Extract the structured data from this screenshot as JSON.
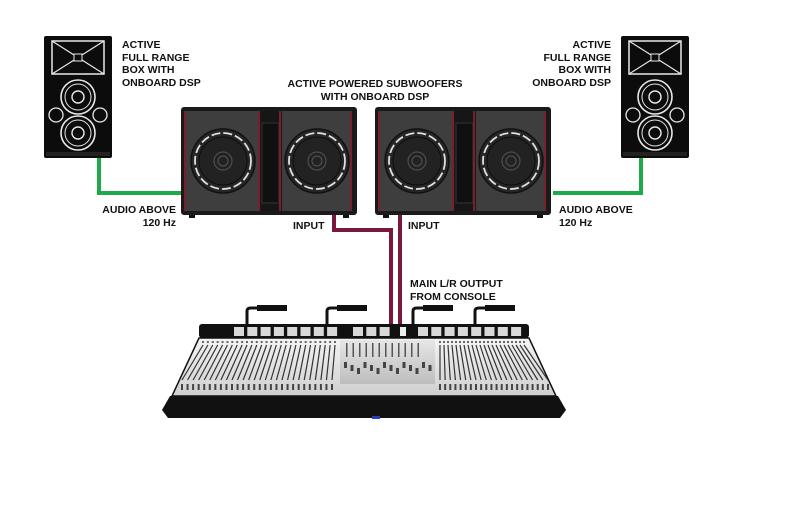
{
  "diagram": {
    "title": "Active subwoofer system signal flow",
    "colors": {
      "high_pass_cable": "#1faa4a",
      "main_output_cable": "#7a1740",
      "speaker_body": "#0c0c0c",
      "sub_body": "#2a2a2a",
      "sub_panel": "#3e3e3e",
      "sub_accent": "#7a1f2c"
    },
    "labels": {
      "left_full_range": "ACTIVE\nFULL RANGE\nBOX WITH\nONBOARD DSP",
      "right_full_range": "ACTIVE\nFULL RANGE\nBOX WITH\nONBOARD DSP",
      "subwoofers": "ACTIVE POWERED SUBWOOFERS\nWITH ONBOARD DSP",
      "left_audio_above": "AUDIO ABOVE\n120 Hz",
      "right_audio_above": "AUDIO ABOVE\n120 Hz",
      "left_sub_input": "INPUT",
      "right_sub_input": "INPUT",
      "console_output": "MAIN L/R OUTPUT\nFROM CONSOLE"
    },
    "nodes": [
      {
        "id": "left-full-range-speaker",
        "type": "full-range-speaker"
      },
      {
        "id": "right-full-range-speaker",
        "type": "full-range-speaker"
      },
      {
        "id": "left-subwoofer",
        "type": "dual-subwoofer"
      },
      {
        "id": "right-subwoofer",
        "type": "dual-subwoofer"
      },
      {
        "id": "mixing-console",
        "type": "mixing-console"
      }
    ],
    "connections": [
      {
        "from": "left-subwoofer",
        "to": "left-full-range-speaker",
        "signal": "AUDIO ABOVE 120 Hz"
      },
      {
        "from": "right-subwoofer",
        "to": "right-full-range-speaker",
        "signal": "AUDIO ABOVE 120 Hz"
      },
      {
        "from": "mixing-console",
        "to": "left-subwoofer",
        "signal": "MAIN L/R OUTPUT"
      },
      {
        "from": "mixing-console",
        "to": "right-subwoofer",
        "signal": "MAIN L/R OUTPUT"
      }
    ]
  }
}
